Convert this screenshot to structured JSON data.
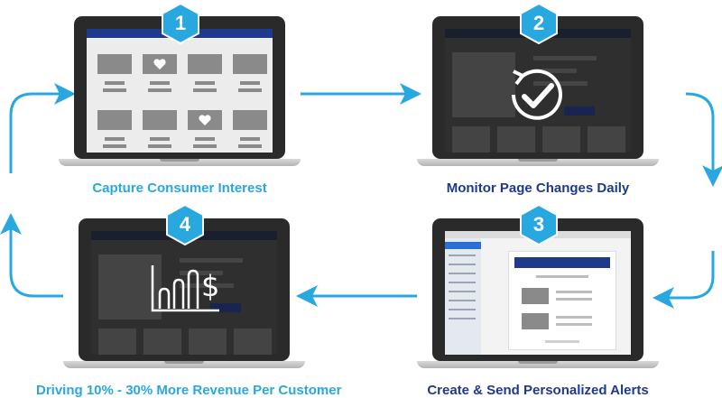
{
  "colors": {
    "accent": "#29a8e0",
    "navy": "#1f3a8a",
    "bezel": "#2a2a2a",
    "screen_dark": "#2f2f2f",
    "block": "#8a8a8a",
    "light_block": "#bdbdbd"
  },
  "steps": [
    {
      "number": "1",
      "caption": "Capture Consumer Interest",
      "icon": "heart-icon"
    },
    {
      "number": "2",
      "caption": "Monitor Page Changes Daily",
      "icon": "refresh-check-icon"
    },
    {
      "number": "3",
      "caption": "Create & Send Personalized Alerts",
      "icon": "email-client-icon"
    },
    {
      "number": "4",
      "caption": "Driving 10% - 30% More Revenue Per Customer",
      "icon": "revenue-chart-icon"
    }
  ]
}
